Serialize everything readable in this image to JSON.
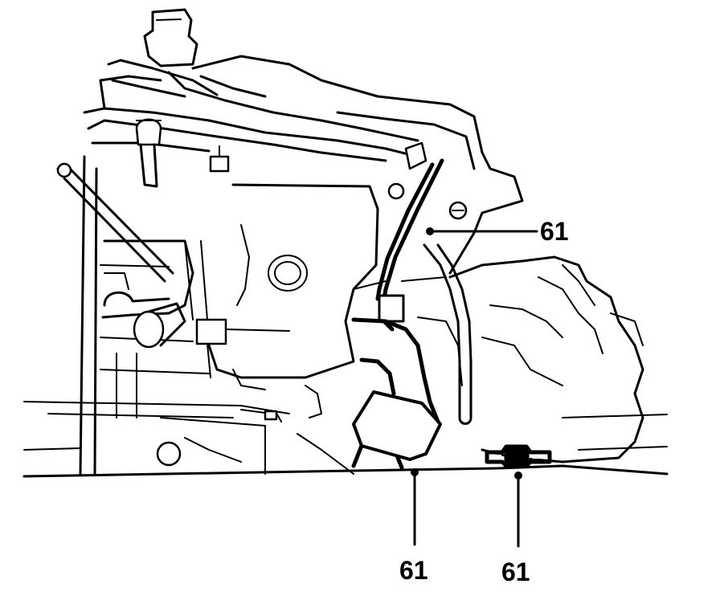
{
  "callouts": [
    {
      "id": "top",
      "label": "61"
    },
    {
      "id": "bottom-left",
      "label": "61"
    },
    {
      "id": "bottom-right",
      "label": "61"
    }
  ],
  "colors": {
    "ink": "#000000",
    "paper": "#ffffff"
  }
}
